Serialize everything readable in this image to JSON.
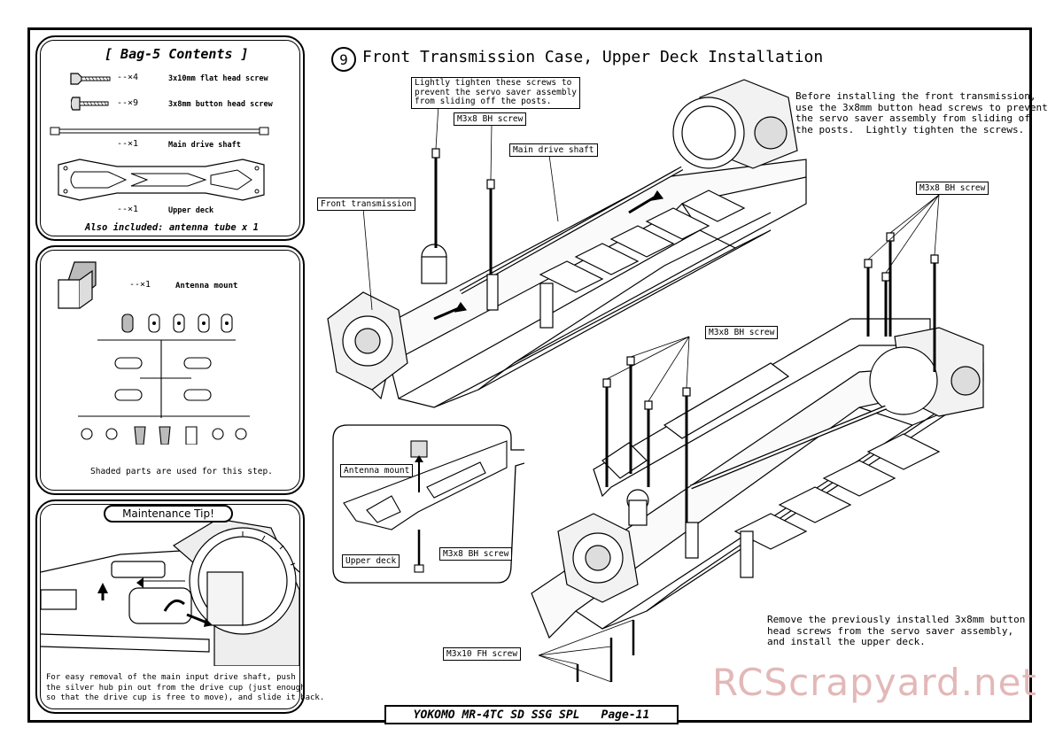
{
  "bag": {
    "title": "[ Bag-5 Contents ]",
    "items": [
      {
        "qty": "--×4",
        "label": "3x10mm flat head screw"
      },
      {
        "qty": "--×9",
        "label": "3x8mm button head screw"
      },
      {
        "qty": "--×1",
        "label": "Main drive shaft"
      },
      {
        "qty": "--×1",
        "label": "Upper deck"
      }
    ],
    "also": "Also included: antenna tube x 1"
  },
  "sprue": {
    "qty": "--×1",
    "label": "Antenna mount",
    "note": "Shaded parts are used for this step."
  },
  "tip": {
    "title": "Maintenance Tip!",
    "text": "For easy removal of the main input drive shaft, push\nthe silver hub pin out from the drive cup (just enough\nso that the drive cup is free to move), and slide it back."
  },
  "step": {
    "number": "9",
    "title": "Front Transmission Case, Upper Deck Installation"
  },
  "callouts": {
    "tighten": "Lightly tighten these screws to\nprevent the servo saver assembly\nfrom sliding off the posts.",
    "m3x8_a": "M3x8 BH screw",
    "drive_shaft": "Main drive shaft",
    "front_trans": "Front transmission",
    "m3x8_b": "M3x8 BH screw",
    "m3x8_c": "M3x8 BH screw",
    "antenna_mount": "Antenna mount",
    "upper_deck": "Upper deck",
    "m3x8_d": "M3x8 BH screw",
    "m3x10": "M3x10 FH screw"
  },
  "notes": {
    "before": "Before installing the front transmission,\nuse the 3x8mm button head screws to prevent\nthe servo saver assembly from sliding of\nthe posts.  Lightly tighten the screws.",
    "remove": "Remove the previously installed 3x8mm button\nhead screws from the servo saver assembly,\nand install the upper deck."
  },
  "footer": {
    "model": "YOKOMO MR-4TC SD SSG SPL",
    "page": "Page-11"
  },
  "watermark": "RCScrapyard.net"
}
